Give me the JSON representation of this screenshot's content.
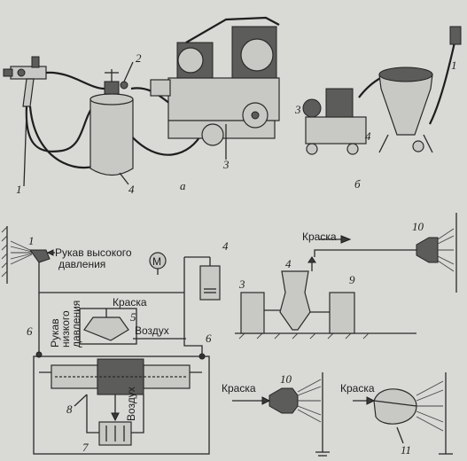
{
  "labels": {
    "hose_high_pressure_l1": "Рукав высокого",
    "hose_high_pressure_l2": "давления",
    "hose_low_pressure_l1": "Рукав",
    "hose_low_pressure_l2": "низкого",
    "hose_low_pressure_l3": "давления",
    "paint": "Краска",
    "air": "Воздух",
    "motor": "M"
  },
  "subfigure_captions": {
    "a": "а",
    "b": "б"
  },
  "callouts": {
    "a": [
      "1",
      "2",
      "3",
      "4"
    ],
    "b": [
      "1",
      "3",
      "4"
    ],
    "scheme": [
      "1",
      "4",
      "5",
      "6",
      "6",
      "7",
      "8"
    ],
    "setup_right": [
      "3",
      "4",
      "9",
      "10"
    ],
    "nozzles": [
      "10",
      "11"
    ]
  }
}
